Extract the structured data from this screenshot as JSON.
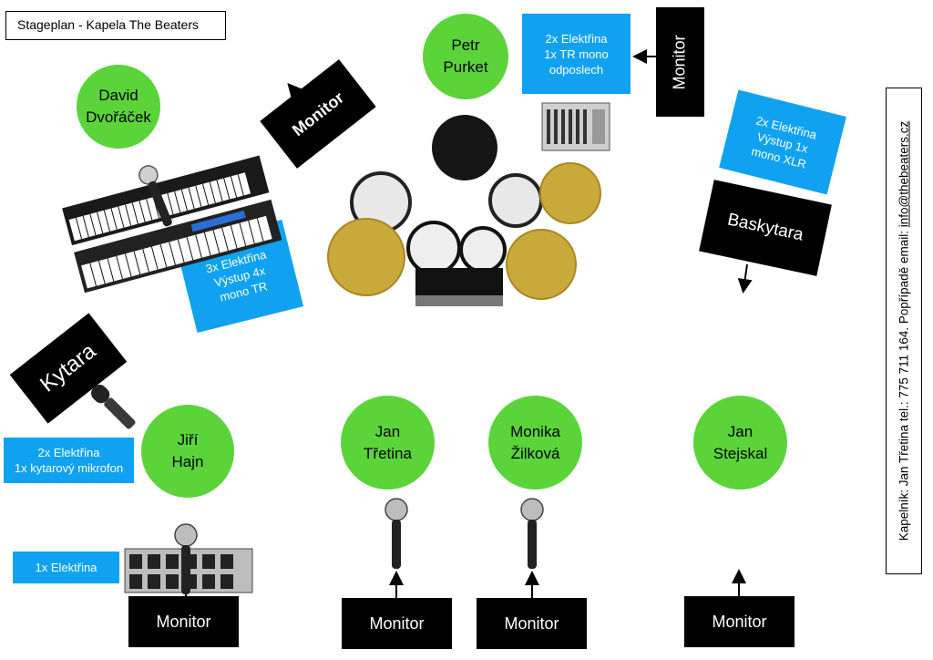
{
  "title": "Stageplan - Kapela The Beaters",
  "contact": {
    "prefix": "Kapelník: Jan Třetina tel.: 775 711 164. Popřípadě email: ",
    "email": "info@thebeaters.cz"
  },
  "people": {
    "david": "David\nDvořáček",
    "petr": "Petr\nPurket",
    "jiri": "Jiří\nHajn",
    "jan_tretina": "Jan\nTřetina",
    "monika": "Monika\nŽilková",
    "jan_stejskal": "Jan\nStejskal"
  },
  "monitor_label": "Monitor",
  "instruments": {
    "kytara": "Kytara",
    "baskytara": "Baskytara"
  },
  "info": {
    "drums": "2x Elektřina\n1x TR mono\nodposlech",
    "bass": "2x Elektřina\nVýstup 1x\nmono XLR",
    "keys": "3x Elektřina\nVýstup 4x\nmono TR",
    "guitar": "2x Elektřina\n1x kytarový mikrofon",
    "pedal": "1x Elektřina"
  },
  "colors": {
    "person": "#5bd43a",
    "info": "#10a2f0",
    "monitor": "#000000"
  }
}
